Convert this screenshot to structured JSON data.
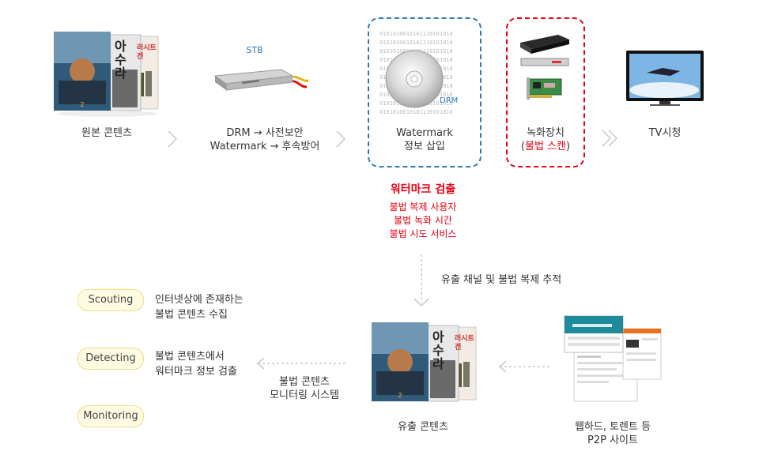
{
  "flow": {
    "original_content": "원본 콘텐츠",
    "stb_tag": "STB",
    "drm_line1": "DRM → 사전보안",
    "drm_line2": "Watermark → 후속방어",
    "wm_line1": "Watermark",
    "wm_line2": "정보 삽입",
    "drm_badge": "DRM",
    "binary_text": "0101010010101110101010",
    "rec_line1": "녹화장치",
    "rec_open": "(",
    "rec_red": "불법 스캔",
    "rec_close": ")",
    "tv": "TV시청"
  },
  "detection": {
    "title": "워터마크 검출",
    "items": [
      "불법 복제 사용자",
      "불법 녹화 시간",
      "불법 시도 서비스"
    ]
  },
  "trace": "유출 채널 및 불법 복제 추적",
  "leak": {
    "leaked_content": "유출 콘텐츠",
    "sites_line1": "웹하드, 토렌트 등",
    "sites_line2": "P2P 사이트",
    "monitor_line1": "불법 콘텐츠",
    "monitor_line2": "모니터링 시스템"
  },
  "steps": [
    {
      "pill": "Scouting",
      "desc1": "인터넷상에 존재하는",
      "desc2": "불법 콘텐츠 수집"
    },
    {
      "pill": "Detecting",
      "desc1": "불법 콘텐츠에서",
      "desc2": "워터마크 정보 검출"
    },
    {
      "pill": "Monitoring",
      "desc1": "",
      "desc2": ""
    }
  ],
  "poster": {
    "left_title": "아수라",
    "right_title": "러시트 겐"
  },
  "colors": {
    "accent_red": "#e60012",
    "accent_blue": "#2a7ab8",
    "pill_bg": "#fffbe3",
    "arrow_gray": "#c8c8c8"
  }
}
